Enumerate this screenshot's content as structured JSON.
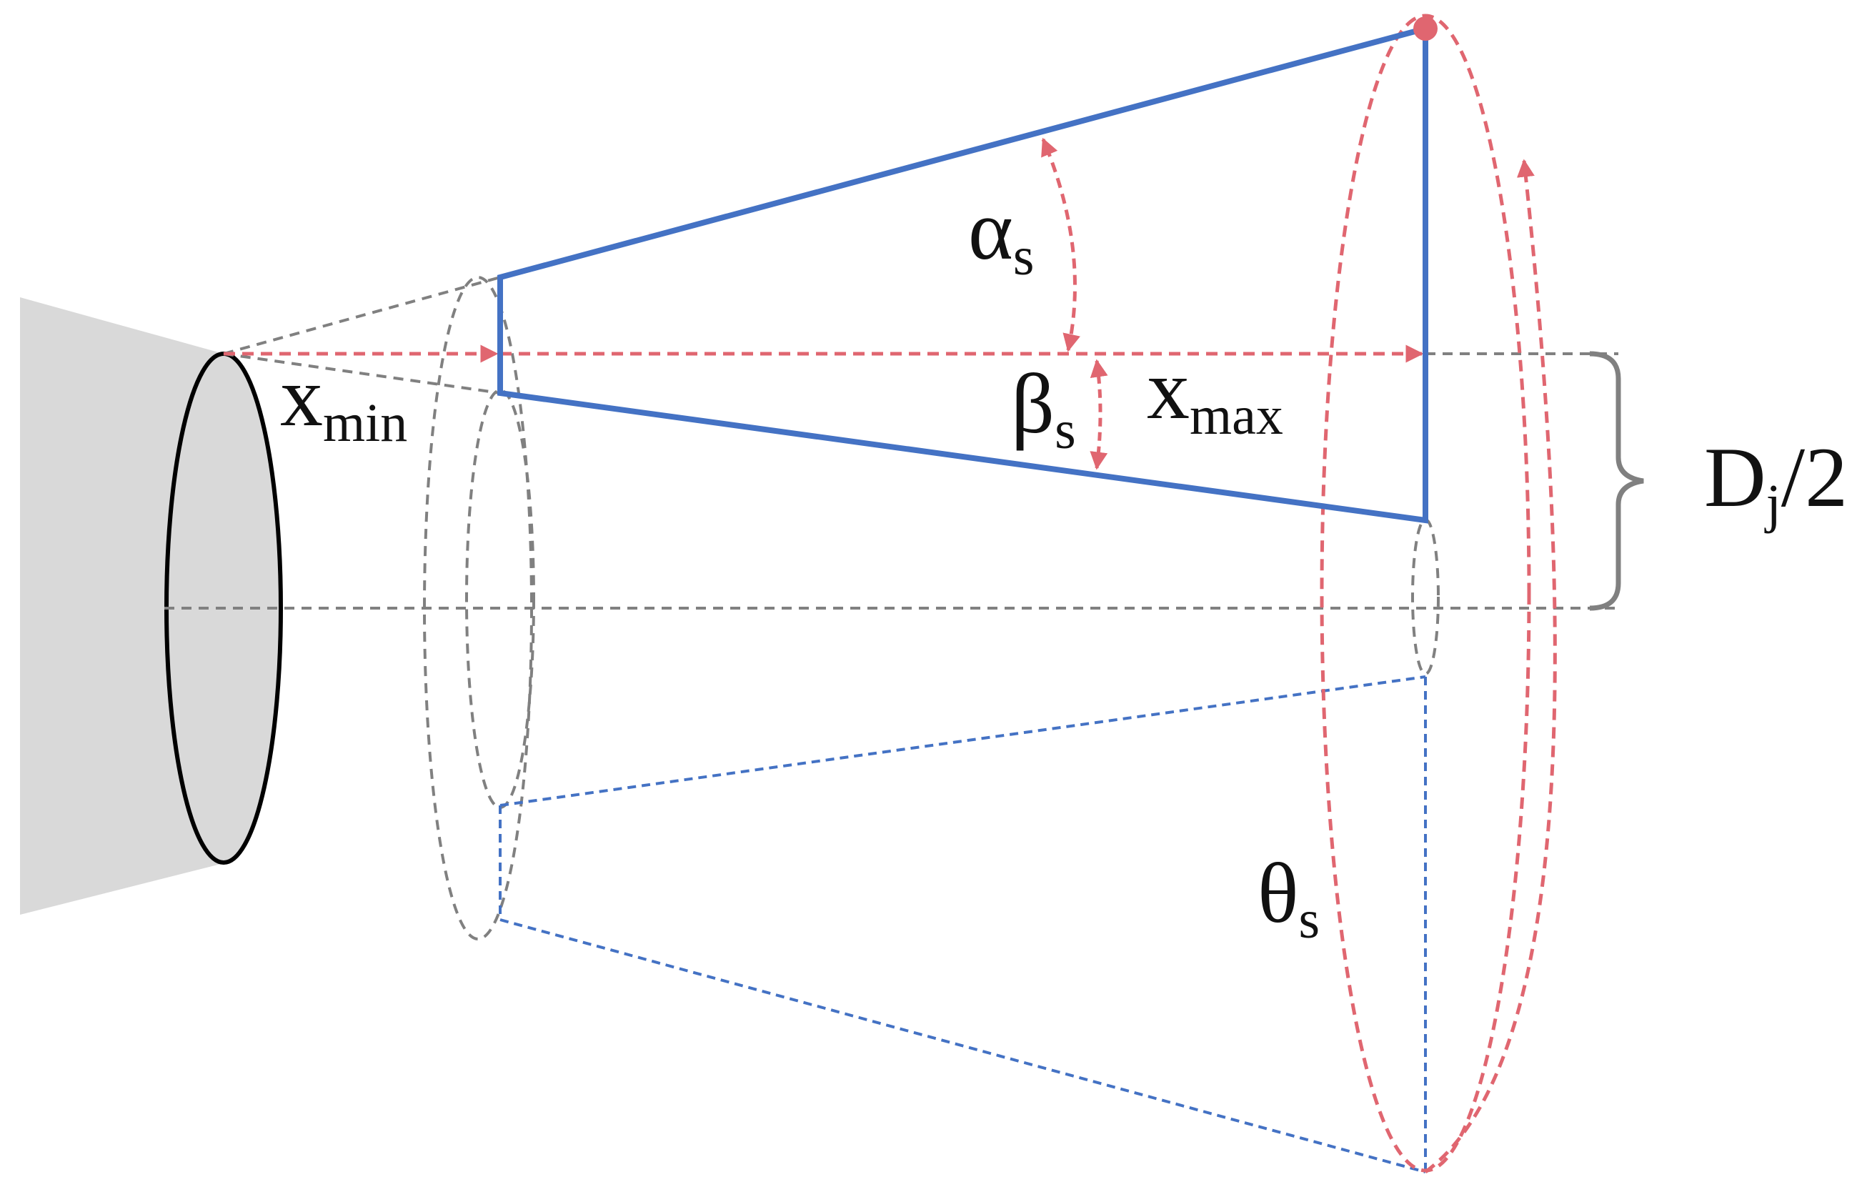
{
  "labels": {
    "alpha": {
      "symbol": "α",
      "sub": "s"
    },
    "beta": {
      "symbol": "β",
      "sub": "s"
    },
    "theta": {
      "symbol": "θ",
      "sub": "s"
    },
    "x_min": {
      "symbol": "x",
      "sub": "min"
    },
    "x_max": {
      "symbol": "x",
      "sub": "max"
    },
    "diameter": {
      "symbol": "D",
      "sub": "j",
      "suffix": "/2"
    }
  },
  "colors": {
    "nozzle_fill": "#d9d9d9",
    "nozzle_outline": "#000000",
    "spray_region": "#4472c4",
    "angle_and_axis": "#e06670",
    "construction": "#7f7f7f",
    "bracket": "#808080"
  }
}
